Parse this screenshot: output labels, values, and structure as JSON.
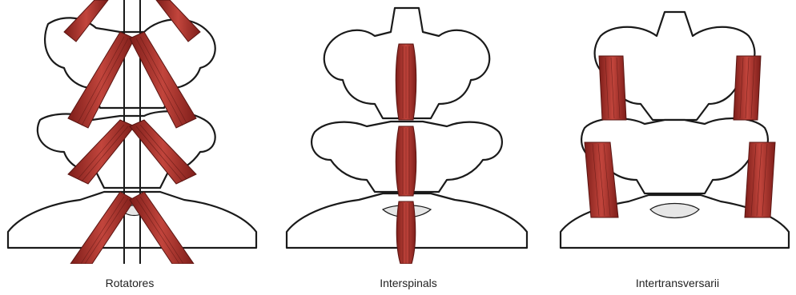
{
  "figure": {
    "panels": [
      {
        "key": "rotatores",
        "label": "Rotatores"
      },
      {
        "key": "interspinals",
        "label": "Interspinals"
      },
      {
        "key": "intertransversarii",
        "label": "Intertransversarii"
      }
    ]
  },
  "colors": {
    "muscle": "#a8322c",
    "muscle_fiber": "#5a1512",
    "bone_outline": "#1a1a1a",
    "bone_fill": "#ffffff",
    "ligament": "#d9d9d9"
  }
}
